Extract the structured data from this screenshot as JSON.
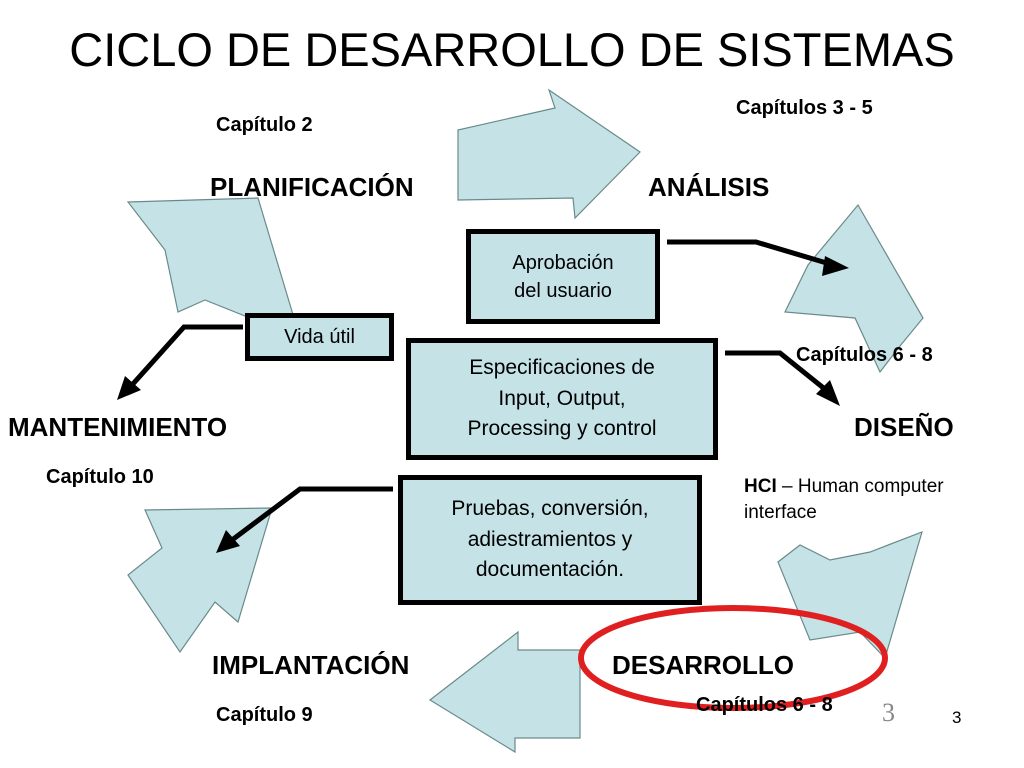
{
  "title": "CICLO DE DESARROLLO DE SISTEMAS",
  "phases": {
    "planificacion": "PLANIFICACIÓN",
    "analisis": "ANÁLISIS",
    "diseno": "DISEÑO",
    "desarrollo": "DESARROLLO",
    "implantacion": "IMPLANTACIÓN",
    "mantenimiento": "MANTENIMIENTO"
  },
  "chapters": {
    "planificacion": "Capítulo 2",
    "analisis": "Capítulos 3 - 5",
    "diseno": "Capítulos 6 - 8",
    "desarrollo": "Capítulos 6 - 8",
    "implantacion": "Capítulo 9",
    "mantenimiento": "Capítulo 10"
  },
  "boxes": {
    "aprobacion": "Aprobación\ndel usuario",
    "vida_util": "Vida útil",
    "especificaciones": "Especificaciones de\nInput, Output,\nProcessing y control",
    "pruebas": "Pruebas, conversión,\nadiestramientos y\ndocumentación."
  },
  "hci": {
    "abbr": "HCI",
    "text": " – Human computer interface"
  },
  "slide_number_mark": "3",
  "page_number": "3",
  "colors": {
    "arrow_fill": "#c5e3e7",
    "box_fill": "#c5e3e7",
    "highlight_ellipse": "#e02020"
  }
}
